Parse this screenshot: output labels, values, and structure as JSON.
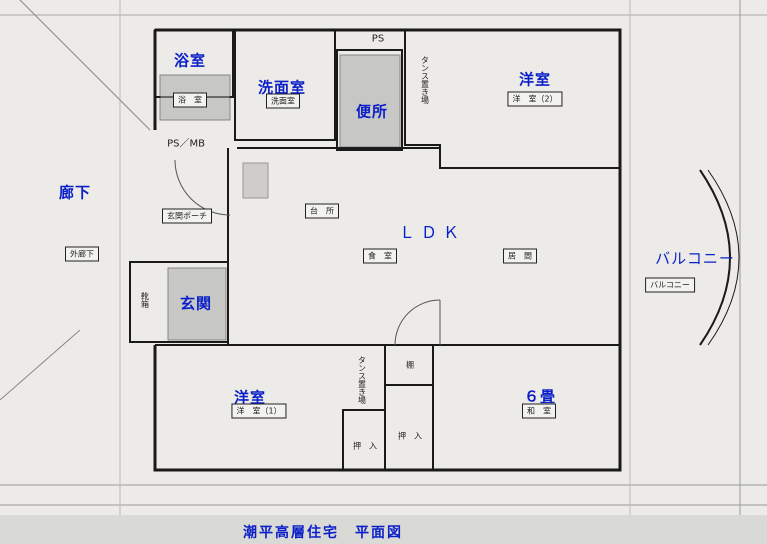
{
  "title": "潮平高層住宅　平面図",
  "blue_labels": {
    "bath": "浴室",
    "washroom": "洗面室",
    "toilet": "便所",
    "western_room_2": "洋室",
    "corridor": "廊下",
    "ldk": "ＬＤＫ",
    "balcony": "バルコニー",
    "entrance": "玄関",
    "western_room_1": "洋室",
    "tatami": "６畳"
  },
  "plan_labels": {
    "bath": "浴　室",
    "washroom": "洗面室",
    "ps": "PS",
    "ps_mb": "PS／MB",
    "porch": "玄関ポーチ",
    "outer_corridor": "外廊下",
    "kitchen": "台　所",
    "dining": "食　室",
    "living": "居　間",
    "western_room_2": "洋　室（2）",
    "wardrobe_space_top": "タンス置き場",
    "balcony": "バルコニー",
    "western_room_1": "洋　室（1）",
    "closet_a": "押　入",
    "closet_b": "押　入",
    "shelf": "棚",
    "japanese_room": "和　室",
    "shoe_box": "靴箱",
    "wardrobe_space_bottom": "タンス置き場"
  }
}
